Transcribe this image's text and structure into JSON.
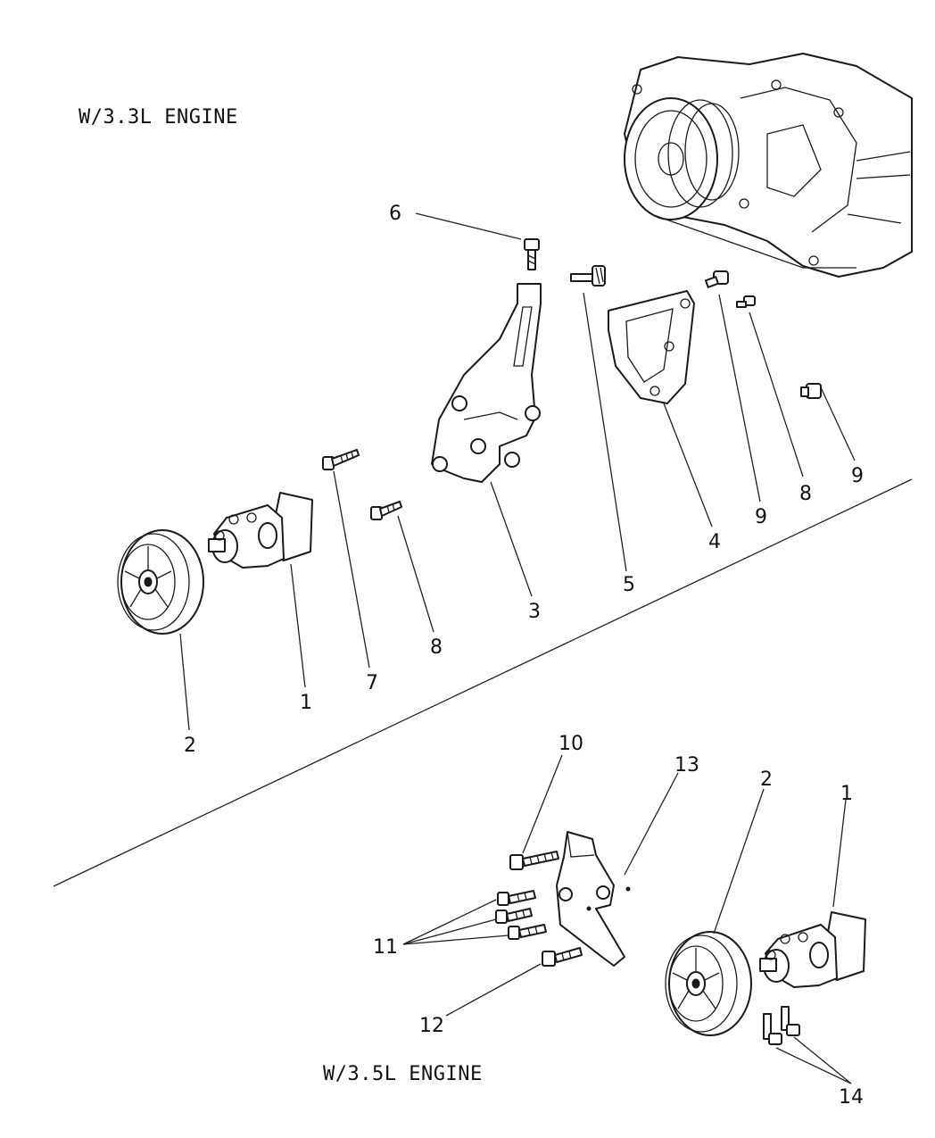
{
  "headers": {
    "upper": "W/3.3L ENGINE",
    "lower": "W/3.5L ENGINE"
  },
  "callouts": {
    "upper": [
      "6",
      "5",
      "9",
      "8",
      "9",
      "4",
      "3",
      "8",
      "7",
      "1",
      "2"
    ],
    "lower": [
      "10",
      "13",
      "2",
      "1",
      "11",
      "12",
      "14"
    ]
  },
  "line_color": "#222222"
}
